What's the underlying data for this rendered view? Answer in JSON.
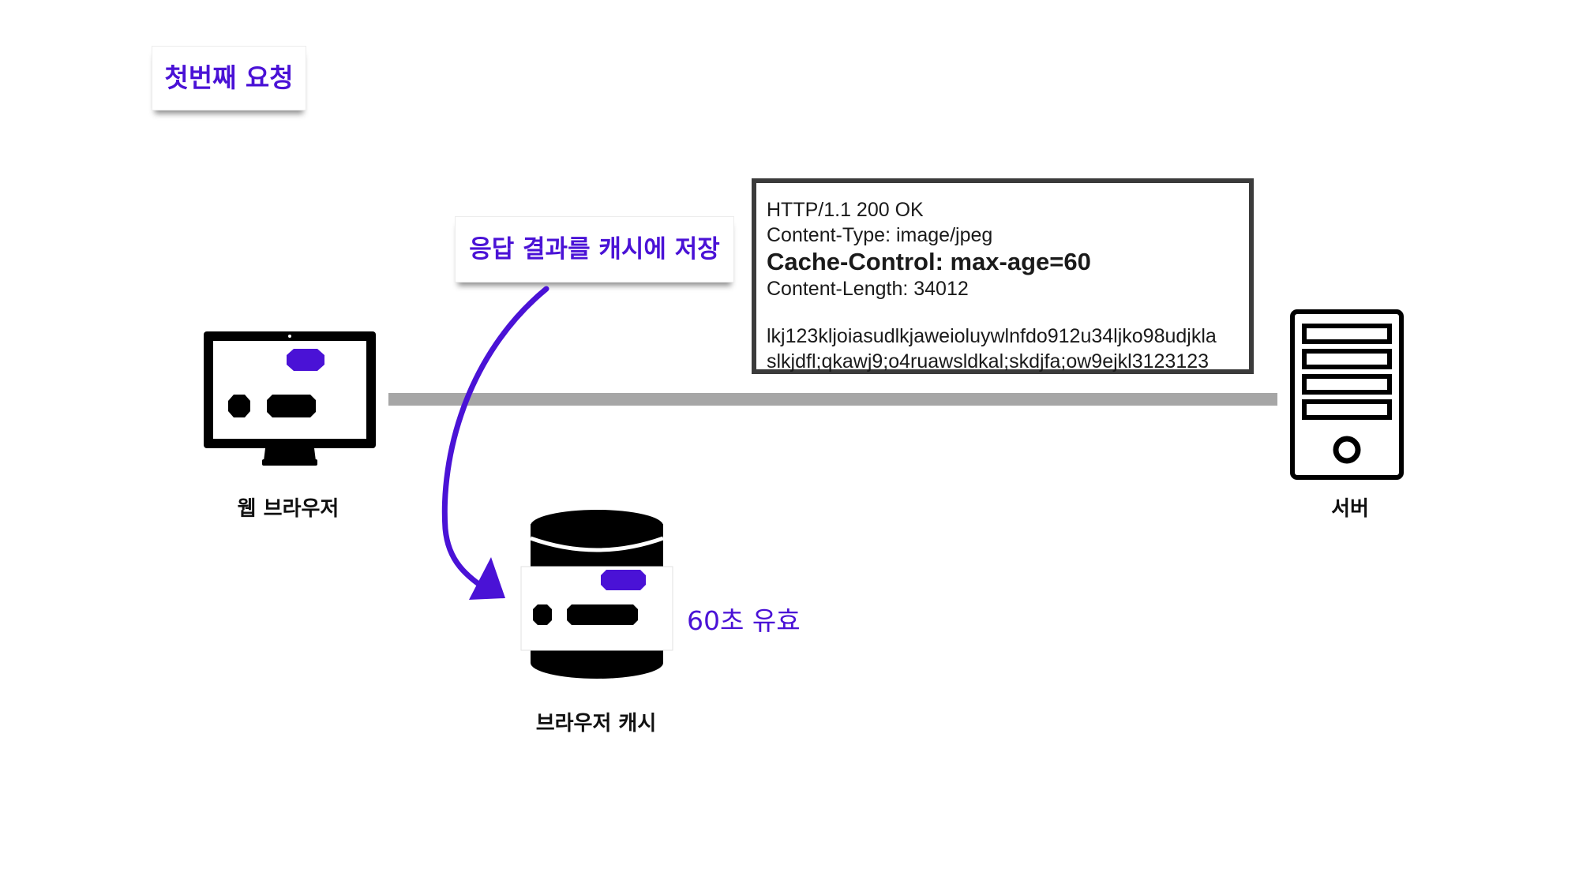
{
  "title": "첫번째 요청",
  "store_note": "응답 결과를 캐시에 저장",
  "http_response": {
    "status_line": "HTTP/1.1 200 OK",
    "content_type": "Content-Type: image/jpeg",
    "cache_control": "Cache-Control: max-age=60",
    "content_length": "Content-Length: 34012",
    "body_line1": "lkj123kljoiasudlkjaweioluywlnfdo912u34ljko98udjkla",
    "body_line2": "slkjdfl;qkawj9;o4ruawsldkal;skdjfa;ow9ejkl3123123"
  },
  "labels": {
    "browser": "웹 브라우저",
    "server": "서버",
    "cache": "브라우저 캐시",
    "validity": "60초 유효"
  },
  "icons": {
    "browser": "monitor-icon",
    "server": "server-tower-icon",
    "cache": "database-cylinder-icon",
    "arrow": "curved-arrow-icon"
  },
  "colors": {
    "accent": "#4a12d6",
    "dark": "#000000",
    "line": "#a6a6a6"
  }
}
